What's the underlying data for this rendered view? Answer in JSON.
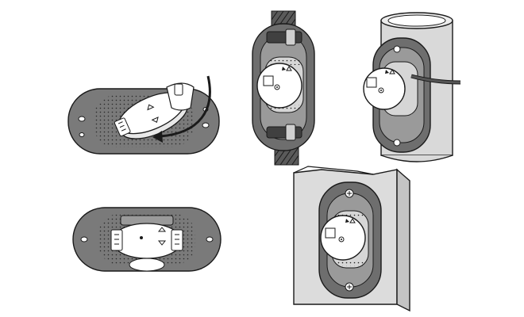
{
  "figure": {
    "background": "#ffffff",
    "colors": {
      "outline": "#1a1a1a",
      "plate_dark": "#6e6e6e",
      "plate_mid": "#8c8c8c",
      "plate_light": "#bdbdbd",
      "pipe": "#d9d9d9",
      "wall_face": "#dcdcdc",
      "wall_side": "#c4c4c4",
      "strap": "#555555",
      "device": "#ffffff",
      "dots": "#1a1a1a"
    },
    "panels": [
      {
        "id": "rotate-attach",
        "icon": "curved-arrow-rotate-icon"
      },
      {
        "id": "rebar-mount",
        "icon": "rebar-tie-icon"
      },
      {
        "id": "pipe-mount",
        "icon": "pipe-strap-icon"
      },
      {
        "id": "plate-mounted",
        "icon": "mounting-plate-icon"
      },
      {
        "id": "wall-corner-mount",
        "icon": "screw-icon"
      }
    ]
  }
}
